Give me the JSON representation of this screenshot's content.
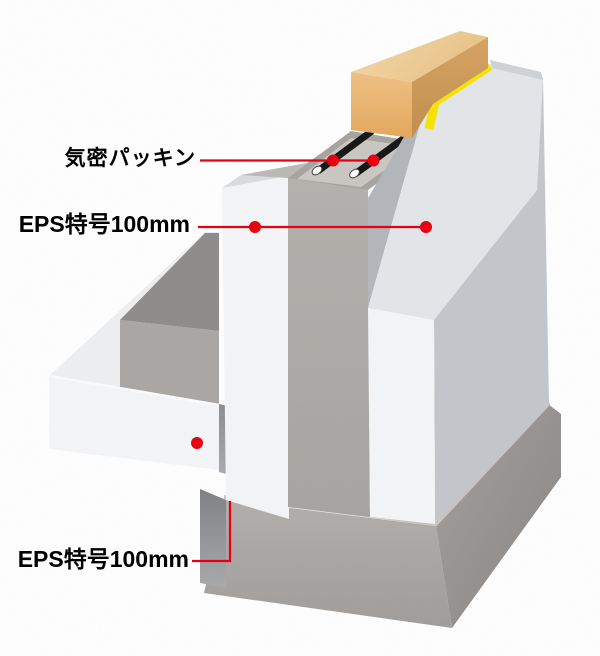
{
  "diagram": {
    "kind": "foundation-insulation-cutaway",
    "labels": {
      "airtight_packing": "気密パッキン",
      "eps_wall": "EPS特号100mm",
      "eps_footing": "EPS特号100mm"
    },
    "colors": {
      "background": "#FFFFFF",
      "red": "#E60012",
      "yellow": "#F5E400",
      "wood_top": "#F0D09C",
      "wood_front": "#E9B26A",
      "wood_side": "#CE9A55",
      "concrete_front": "#AEAAA7",
      "concrete_top": "#A6A3A0",
      "concrete_top_inset": "#CAC7C3",
      "eps_white": "#F4F5F7",
      "eps_bevel": "#E3E6E9",
      "eps_outer_face": "#C3C7CB",
      "packing_black": "#141414"
    }
  }
}
